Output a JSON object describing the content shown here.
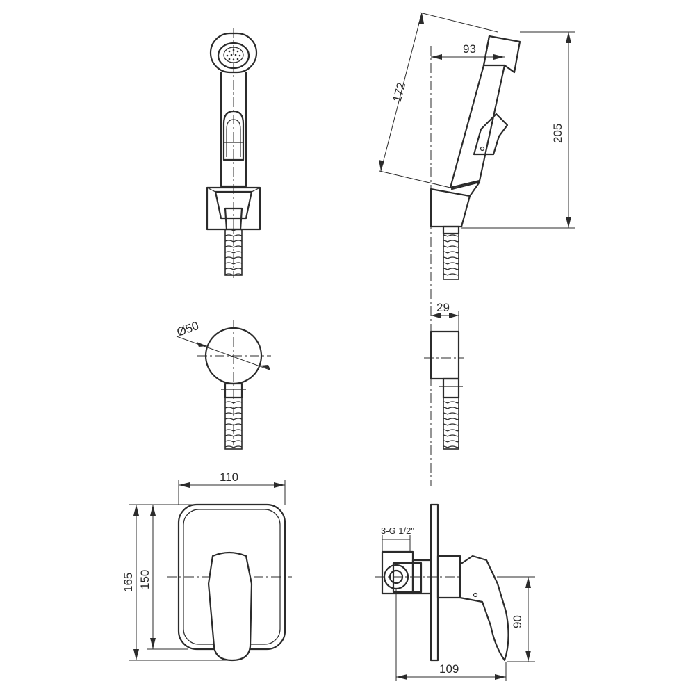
{
  "dimensions": {
    "hand_shower_length": "172",
    "hand_shower_reach": "93",
    "hand_shower_height": "205",
    "outlet_diameter": "Ø50",
    "outlet_depth": "29",
    "plate_width": "110",
    "plate_height_outer": "165",
    "plate_height_inner": "150",
    "thread_label": "3-G 1/2\"",
    "lever_height": "90",
    "mixer_depth": "109"
  }
}
